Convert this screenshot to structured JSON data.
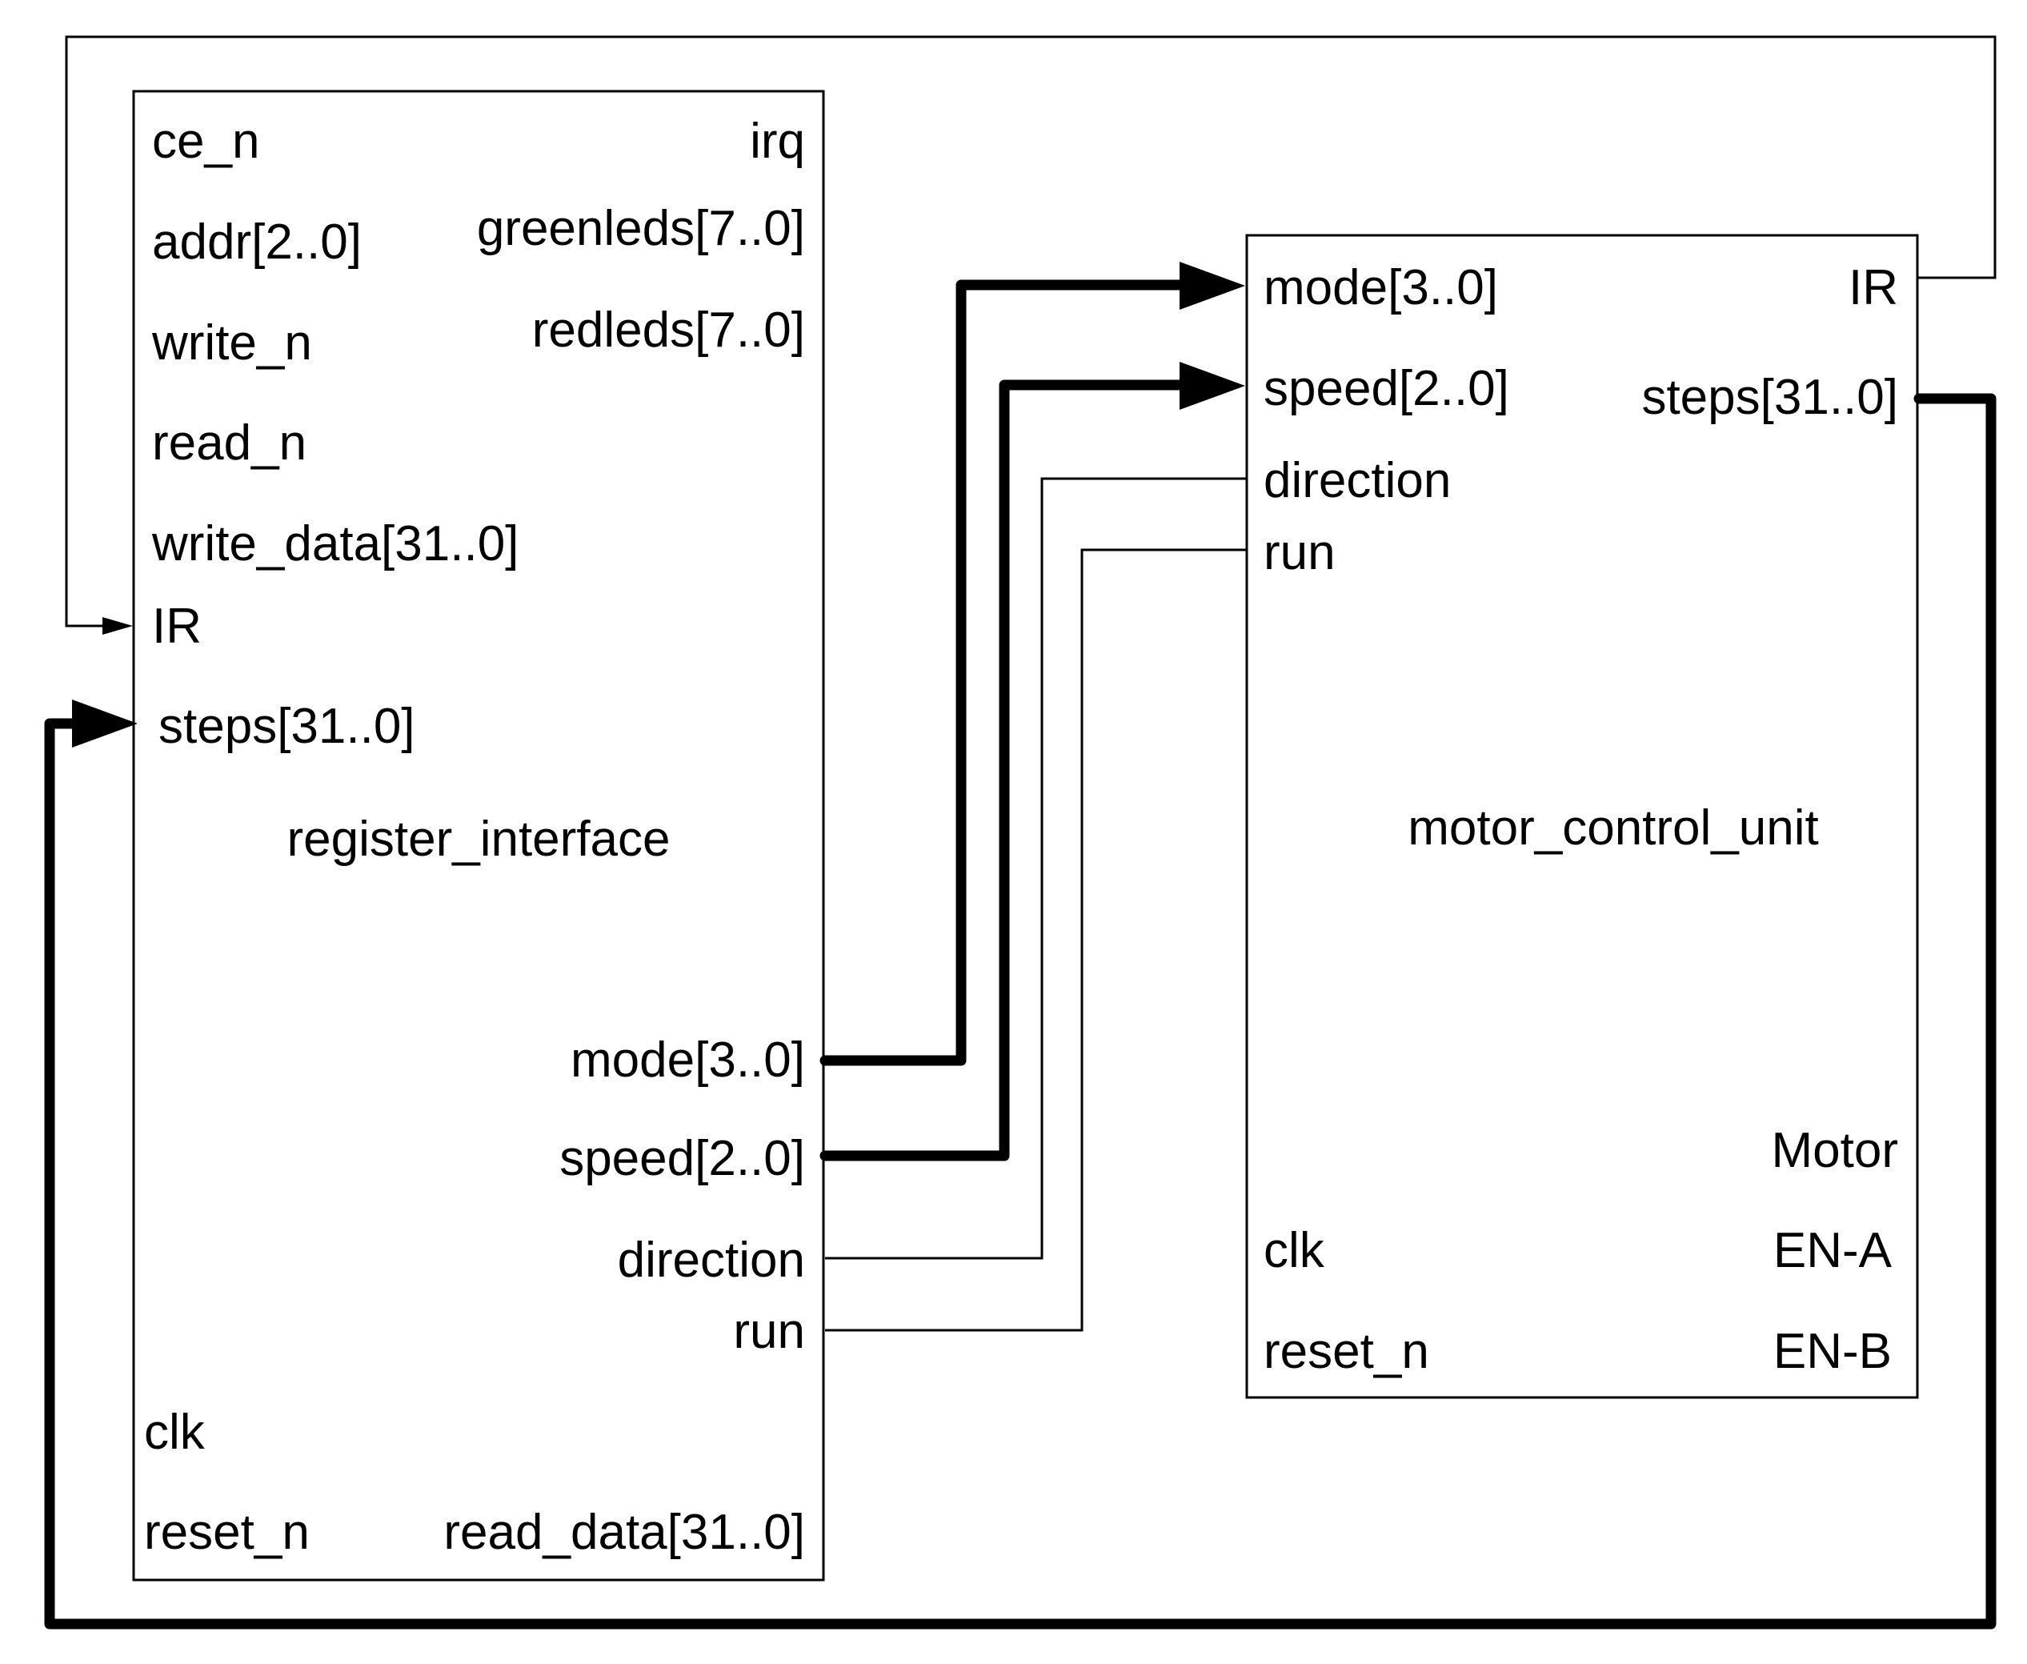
{
  "register_interface": {
    "name": "register_interface",
    "left_ports": [
      "ce_n",
      "addr[2..0]",
      "write_n",
      "read_n",
      "write_data[31..0]",
      "IR",
      "steps[31..0]"
    ],
    "right_ports_top": [
      "irq",
      "greenleds[7..0]",
      "redleds[7..0]"
    ],
    "right_ports_mid": [
      "mode[3..0]",
      "speed[2..0]",
      "direction",
      "run"
    ],
    "bottom_left_ports": [
      "clk",
      "reset_n"
    ],
    "bottom_right_port": "read_data[31..0]"
  },
  "motor_control_unit": {
    "name": "motor_control_unit",
    "left_ports_top": [
      "mode[3..0]",
      "speed[2..0]",
      "direction",
      "run"
    ],
    "right_ports_top": [
      "IR",
      "steps[31..0]"
    ],
    "motor_label": "Motor",
    "bottom_left_ports": [
      "clk",
      "reset_n"
    ],
    "bottom_right_ports": [
      "EN-A",
      "EN-B"
    ]
  },
  "connections": [
    {
      "from": "register_interface.mode[3..0]",
      "to": "motor_control_unit.mode[3..0]",
      "type": "bus"
    },
    {
      "from": "register_interface.speed[2..0]",
      "to": "motor_control_unit.speed[2..0]",
      "type": "bus"
    },
    {
      "from": "register_interface.direction",
      "to": "motor_control_unit.direction",
      "type": "wire"
    },
    {
      "from": "register_interface.run",
      "to": "motor_control_unit.run",
      "type": "wire"
    },
    {
      "from": "motor_control_unit.IR",
      "to": "register_interface.IR",
      "type": "wire"
    },
    {
      "from": "motor_control_unit.steps[31..0]",
      "to": "register_interface.steps[31..0]",
      "type": "bus"
    }
  ]
}
